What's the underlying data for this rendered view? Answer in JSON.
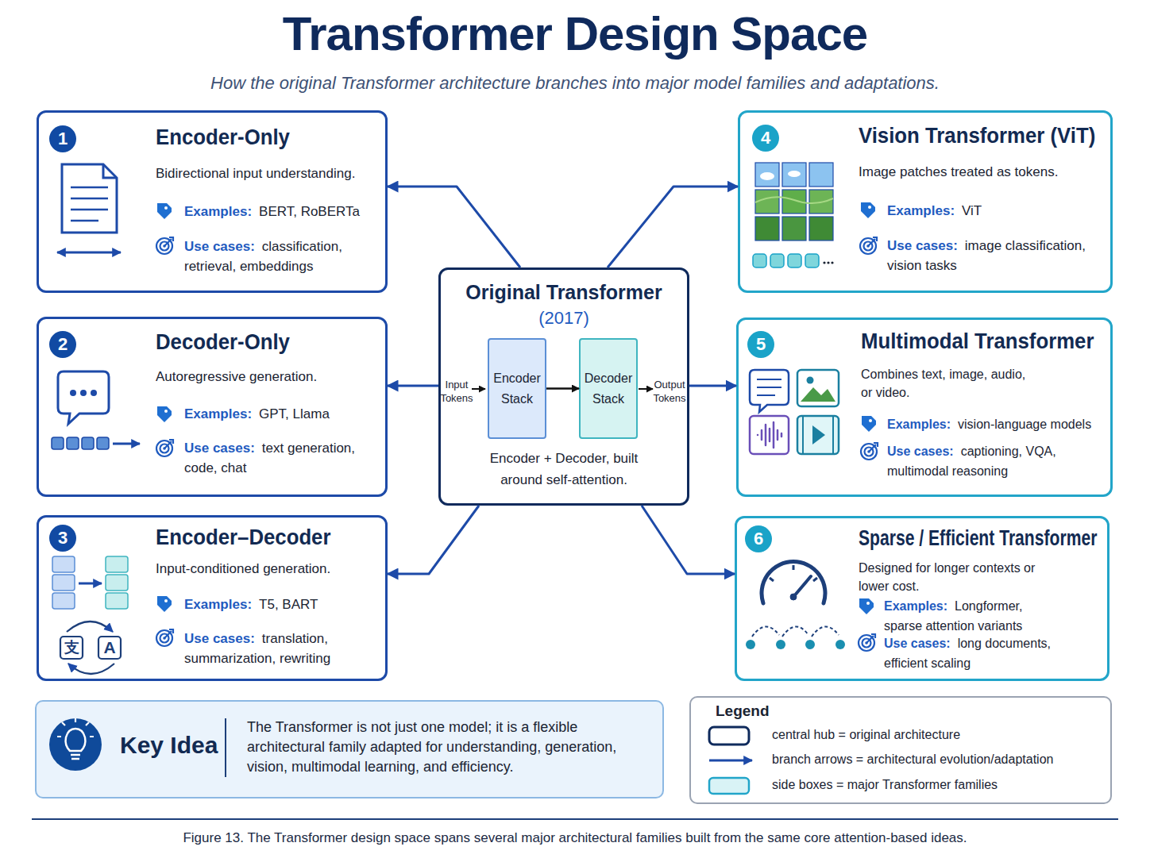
{
  "diagram": {
    "title": "Transformer Design Space",
    "caption": "Figure 13. The Transformer design space spans several major architectural families built from the same core attention-based ideas.",
    "nodes": [
      {
        "text": [
          "1",
          "Encoder-Only",
          "Bidirectional input understanding.",
          "Examples:",
          "BERT, RoBERTa",
          "Use cases:",
          "classification, retrieval, embeddings"
        ]
      },
      {
        "text": [
          "4",
          "Vision Transformer (ViT)",
          "Image patches treated as tokens.",
          "Examples:",
          "ViT",
          "Use cases:",
          "image classification, vision tasks"
        ]
      },
      {
        "text": [
          "Original Transformer",
          "(2017)",
          "Encoder + Decoder, built around self-attention."
        ]
      },
      {
        "text": [
          "Encoder Stack"
        ],
        "in": 2
      },
      {
        "text": [
          "Decoder Stack"
        ],
        "in": 2
      },
      {
        "text": [
          "2",
          "Decoder-Only",
          "Autoregressive generation.",
          "Examples:",
          "GPT, Llama",
          "Use cases:",
          "text generation, code, chat"
        ]
      },
      {
        "text": [
          "5",
          "Multimodal Transformer",
          "Combines text, image, audio, or video.",
          "Examples:",
          "vision-language models",
          "Use cases:",
          "captioning, VQA, multimodal reasoning"
        ]
      },
      {
        "text": [
          "3",
          "Encoder–Decoder",
          "Input-conditioned generation.",
          "Examples:",
          "T5, BART",
          "Use cases:",
          "translation, summarization, rewriting"
        ]
      },
      {
        "text": [
          "6",
          "Sparse / Efficient Transformer",
          "Designed for longer contexts or lower cost.",
          "Examples:",
          "Longformer, sparse attention variants",
          "Use cases:",
          "long documents, efficient scaling"
        ]
      },
      {
        "text": [
          "Key Idea",
          "The Transformer is not just one model; it is a flexible architectural family adapted for understanding, generation, vision, multimodal learning, and efficiency."
        ]
      },
      {
        "text": [
          "Legend"
        ]
      }
    ],
    "edges": [
      {
        "from": 2,
        "to": 0,
        "arrow": "to"
      },
      {
        "from": 2,
        "to": 5,
        "arrow": "to"
      },
      {
        "from": 2,
        "to": 7,
        "arrow": "to"
      },
      {
        "from": 2,
        "to": 1,
        "arrow": "to"
      },
      {
        "from": 2,
        "to": 6,
        "arrow": "to"
      },
      {
        "from": 2,
        "to": 8,
        "arrow": "to"
      },
      {
        "from": 3,
        "to": 4,
        "arrow": "to"
      }
    ],
    "labels": [
      "How the original Transformer architecture branches into major model families and adaptations.",
      "Input Tokens",
      "Output Tokens",
      "支",
      "A"
    ],
    "legend": [
      {
        "text": "central hub = original architecture"
      },
      {
        "text": "branch arrows = architectural evolution/adaptation"
      },
      {
        "text": "side boxes = major Transformer families"
      }
    ]
  }
}
